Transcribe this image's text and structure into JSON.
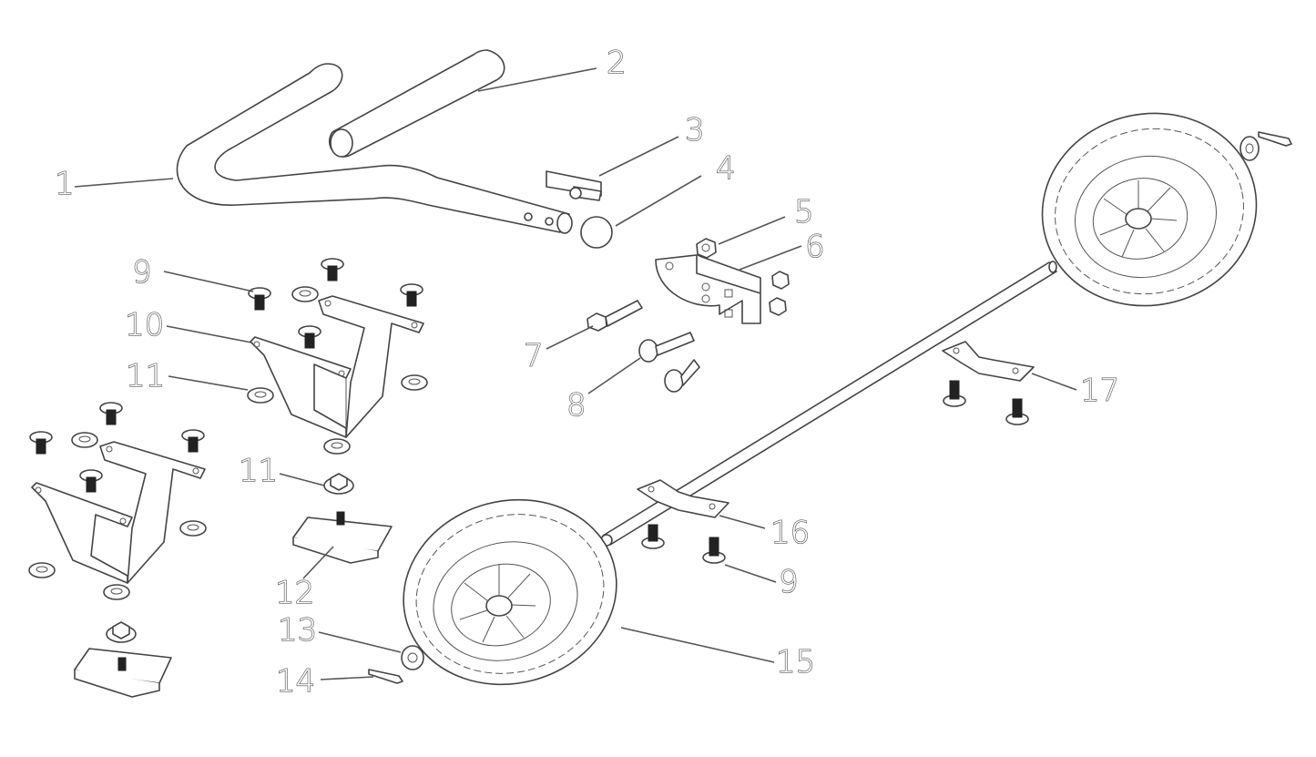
{
  "diagram": {
    "callouts": [
      "1",
      "2",
      "3",
      "4",
      "5",
      "6",
      "7",
      "8",
      "9",
      "10",
      "11",
      "11",
      "12",
      "13",
      "14",
      "15",
      "16",
      "9",
      "17"
    ]
  }
}
